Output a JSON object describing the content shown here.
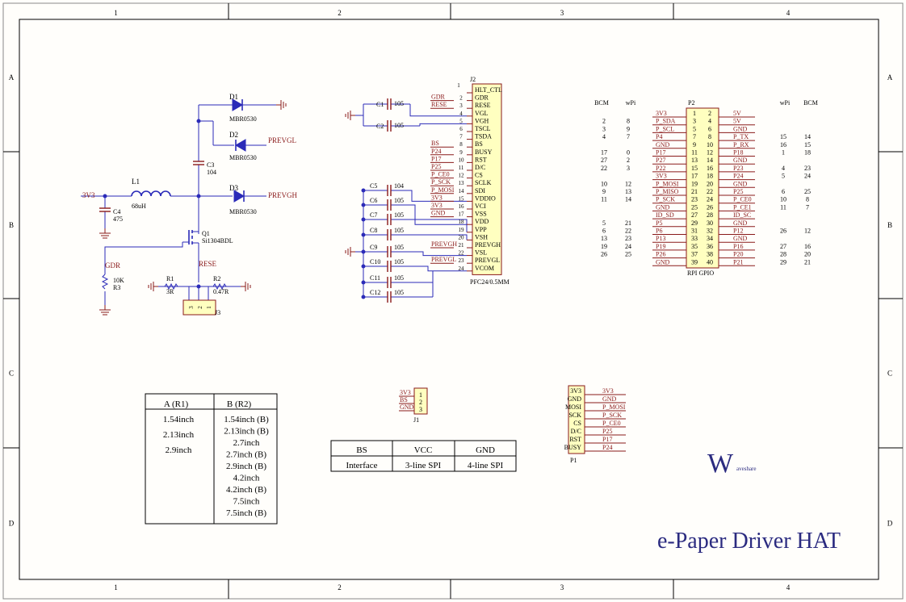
{
  "colors": {
    "wire": "#2b2bb8",
    "part": "#8a1a1a",
    "body": "#ffffc0",
    "frame": "#000000",
    "title": "#2b2b80",
    "text": "#000000"
  },
  "frame": {
    "columns": [
      "1",
      "2",
      "3",
      "4"
    ],
    "rows": [
      "A",
      "B",
      "C",
      "D"
    ]
  },
  "title": "e-Paper Driver HAT",
  "logo": {
    "letter": "W",
    "text": "aveshare"
  },
  "power": {
    "net_3v3": "3V3",
    "inductor": {
      "ref": "L1",
      "value": "68uH"
    },
    "cap_c4": {
      "ref": "C4",
      "value": "475"
    },
    "cap_c3": {
      "ref": "C3",
      "value": "104"
    },
    "diodes": [
      {
        "ref": "D1",
        "value": "MBR0530"
      },
      {
        "ref": "D2",
        "value": "MBR0530",
        "net": "PREVGL"
      },
      {
        "ref": "D3",
        "value": "MBR0530",
        "net": "PREVGH"
      }
    ],
    "mosfet": {
      "ref": "Q1",
      "value": "Si1304BDL"
    },
    "gdr": "GDR",
    "r3": {
      "ref": "R3",
      "value": "10K"
    },
    "rese": "RESE",
    "r1": {
      "ref": "R1",
      "value": "3R"
    },
    "r2": {
      "ref": "R2",
      "value": "0.47R"
    },
    "j3": {
      "ref": "J3",
      "pins": [
        "3",
        "2",
        "1"
      ]
    }
  },
  "j2": {
    "ref": "J2",
    "part": "PFC24/0.5MM",
    "pins": [
      {
        "n": "1",
        "name": "HLT_CTL",
        "net": ""
      },
      {
        "n": "2",
        "name": "GDR",
        "net": "GDR"
      },
      {
        "n": "3",
        "name": "RESE",
        "net": "RESE"
      },
      {
        "n": "4",
        "name": "VGL",
        "net": ""
      },
      {
        "n": "5",
        "name": "VGH",
        "net": ""
      },
      {
        "n": "6",
        "name": "TSCL",
        "net": ""
      },
      {
        "n": "7",
        "name": "TSDA",
        "net": ""
      },
      {
        "n": "8",
        "name": "BS",
        "net": "BS"
      },
      {
        "n": "9",
        "name": "BUSY",
        "net": "P24"
      },
      {
        "n": "10",
        "name": "RST",
        "net": "P17"
      },
      {
        "n": "11",
        "name": "D/C",
        "net": "P25"
      },
      {
        "n": "12",
        "name": "CS",
        "net": "P_CE0"
      },
      {
        "n": "13",
        "name": "SCLK",
        "net": "P_SCK"
      },
      {
        "n": "14",
        "name": "SDI",
        "net": "P_MOSI"
      },
      {
        "n": "15",
        "name": "VDDIO",
        "net": "3V3"
      },
      {
        "n": "16",
        "name": "VCI",
        "net": "3V3"
      },
      {
        "n": "17",
        "name": "VSS",
        "net": "GND"
      },
      {
        "n": "18",
        "name": "VDD",
        "net": ""
      },
      {
        "n": "19",
        "name": "VPP",
        "net": ""
      },
      {
        "n": "20",
        "name": "VSH",
        "net": ""
      },
      {
        "n": "21",
        "name": "PREVGH",
        "net": "PREVGH"
      },
      {
        "n": "22",
        "name": "VSL",
        "net": ""
      },
      {
        "n": "23",
        "name": "PREVGL",
        "net": "PREVGL"
      },
      {
        "n": "24",
        "name": "VCOM",
        "net": ""
      }
    ],
    "caps": [
      {
        "ref": "C1",
        "value": "105"
      },
      {
        "ref": "C2",
        "value": "105"
      },
      {
        "ref": "C5",
        "value": "104"
      },
      {
        "ref": "C6",
        "value": "105"
      },
      {
        "ref": "C7",
        "value": "105"
      },
      {
        "ref": "C8",
        "value": "105"
      },
      {
        "ref": "C9",
        "value": "105"
      },
      {
        "ref": "C10",
        "value": "105"
      },
      {
        "ref": "C11",
        "value": "105"
      },
      {
        "ref": "C12",
        "value": "105"
      }
    ]
  },
  "gpio": {
    "ref": "P2",
    "name": "RPI GPIO",
    "headers": {
      "bcm": "BCM",
      "wpi": "wPi"
    },
    "rows": [
      {
        "lbcm": "",
        "lwpi": "",
        "lnet": "3V3",
        "l": "1",
        "r": "2",
        "rnet": "5V",
        "rwpi": "",
        "rbcm": ""
      },
      {
        "lbcm": "2",
        "lwpi": "8",
        "lnet": "P_SDA",
        "l": "3",
        "r": "4",
        "rnet": "5V",
        "rwpi": "",
        "rbcm": ""
      },
      {
        "lbcm": "3",
        "lwpi": "9",
        "lnet": "P_SCL",
        "l": "5",
        "r": "6",
        "rnet": "GND",
        "rwpi": "",
        "rbcm": ""
      },
      {
        "lbcm": "4",
        "lwpi": "7",
        "lnet": "P4",
        "l": "7",
        "r": "8",
        "rnet": "P_TX",
        "rwpi": "15",
        "rbcm": "14"
      },
      {
        "lbcm": "",
        "lwpi": "",
        "lnet": "GND",
        "l": "9",
        "r": "10",
        "rnet": "P_RX",
        "rwpi": "16",
        "rbcm": "15"
      },
      {
        "lbcm": "17",
        "lwpi": "0",
        "lnet": "P17",
        "l": "11",
        "r": "12",
        "rnet": "P18",
        "rwpi": "1",
        "rbcm": "18"
      },
      {
        "lbcm": "27",
        "lwpi": "2",
        "lnet": "P27",
        "l": "13",
        "r": "14",
        "rnet": "GND",
        "rwpi": "",
        "rbcm": ""
      },
      {
        "lbcm": "22",
        "lwpi": "3",
        "lnet": "P22",
        "l": "15",
        "r": "16",
        "rnet": "P23",
        "rwpi": "4",
        "rbcm": "23"
      },
      {
        "lbcm": "",
        "lwpi": "",
        "lnet": "3V3",
        "l": "17",
        "r": "18",
        "rnet": "P24",
        "rwpi": "5",
        "rbcm": "24"
      },
      {
        "lbcm": "10",
        "lwpi": "12",
        "lnet": "P_MOSI",
        "l": "19",
        "r": "20",
        "rnet": "GND",
        "rwpi": "",
        "rbcm": ""
      },
      {
        "lbcm": "9",
        "lwpi": "13",
        "lnet": "P_MISO",
        "l": "21",
        "r": "22",
        "rnet": "P25",
        "rwpi": "6",
        "rbcm": "25"
      },
      {
        "lbcm": "11",
        "lwpi": "14",
        "lnet": "P_SCK",
        "l": "23",
        "r": "24",
        "rnet": "P_CE0",
        "rwpi": "10",
        "rbcm": "8"
      },
      {
        "lbcm": "",
        "lwpi": "",
        "lnet": "GND",
        "l": "25",
        "r": "26",
        "rnet": "P_CE1",
        "rwpi": "11",
        "rbcm": "7"
      },
      {
        "lbcm": "",
        "lwpi": "",
        "lnet": "ID_SD",
        "l": "27",
        "r": "28",
        "rnet": "ID_SC",
        "rwpi": "",
        "rbcm": ""
      },
      {
        "lbcm": "5",
        "lwpi": "21",
        "lnet": "P5",
        "l": "29",
        "r": "30",
        "rnet": "GND",
        "rwpi": "",
        "rbcm": ""
      },
      {
        "lbcm": "6",
        "lwpi": "22",
        "lnet": "P6",
        "l": "31",
        "r": "32",
        "rnet": "P12",
        "rwpi": "26",
        "rbcm": "12"
      },
      {
        "lbcm": "13",
        "lwpi": "23",
        "lnet": "P13",
        "l": "33",
        "r": "34",
        "rnet": "GND",
        "rwpi": "",
        "rbcm": ""
      },
      {
        "lbcm": "19",
        "lwpi": "24",
        "lnet": "P19",
        "l": "35",
        "r": "36",
        "rnet": "P16",
        "rwpi": "27",
        "rbcm": "16"
      },
      {
        "lbcm": "26",
        "lwpi": "25",
        "lnet": "P26",
        "l": "37",
        "r": "38",
        "rnet": "P20",
        "rwpi": "28",
        "rbcm": "20"
      },
      {
        "lbcm": "",
        "lwpi": "",
        "lnet": "GND",
        "l": "39",
        "r": "40",
        "rnet": "P21",
        "rwpi": "29",
        "rbcm": "21"
      }
    ]
  },
  "j1": {
    "ref": "J1",
    "pins": [
      {
        "n": "1",
        "net": "3V3"
      },
      {
        "n": "2",
        "net": "BS"
      },
      {
        "n": "3",
        "net": "GND"
      }
    ]
  },
  "p1": {
    "ref": "P1",
    "pins": [
      {
        "name": "3V3",
        "net": "3V3"
      },
      {
        "name": "GND",
        "net": "GND"
      },
      {
        "name": "MOSI",
        "net": "P_MOSI"
      },
      {
        "name": "SCK",
        "net": "P_SCK"
      },
      {
        "name": "CS",
        "net": "P_CE0"
      },
      {
        "name": "D/C",
        "net": "P25"
      },
      {
        "name": "RST",
        "net": "P17"
      },
      {
        "name": "BUSY",
        "net": "P24"
      }
    ]
  },
  "size_table": {
    "headers": [
      "A (R1)",
      "B (R2)"
    ],
    "col_a": [
      "1.54inch",
      "2.13inch",
      "2.9inch"
    ],
    "col_b": [
      "1.54inch (B)",
      "2.13inch (B)",
      "2.7inch",
      "2.7inch (B)",
      "2.9inch (B)",
      "4.2inch",
      "4.2inch (B)",
      "7.5inch",
      "7.5inch (B)"
    ]
  },
  "bs_table": {
    "headers": [
      "BS",
      "VCC",
      "GND"
    ],
    "row": [
      "Interface",
      "3-line SPI",
      "4-line SPI"
    ]
  }
}
